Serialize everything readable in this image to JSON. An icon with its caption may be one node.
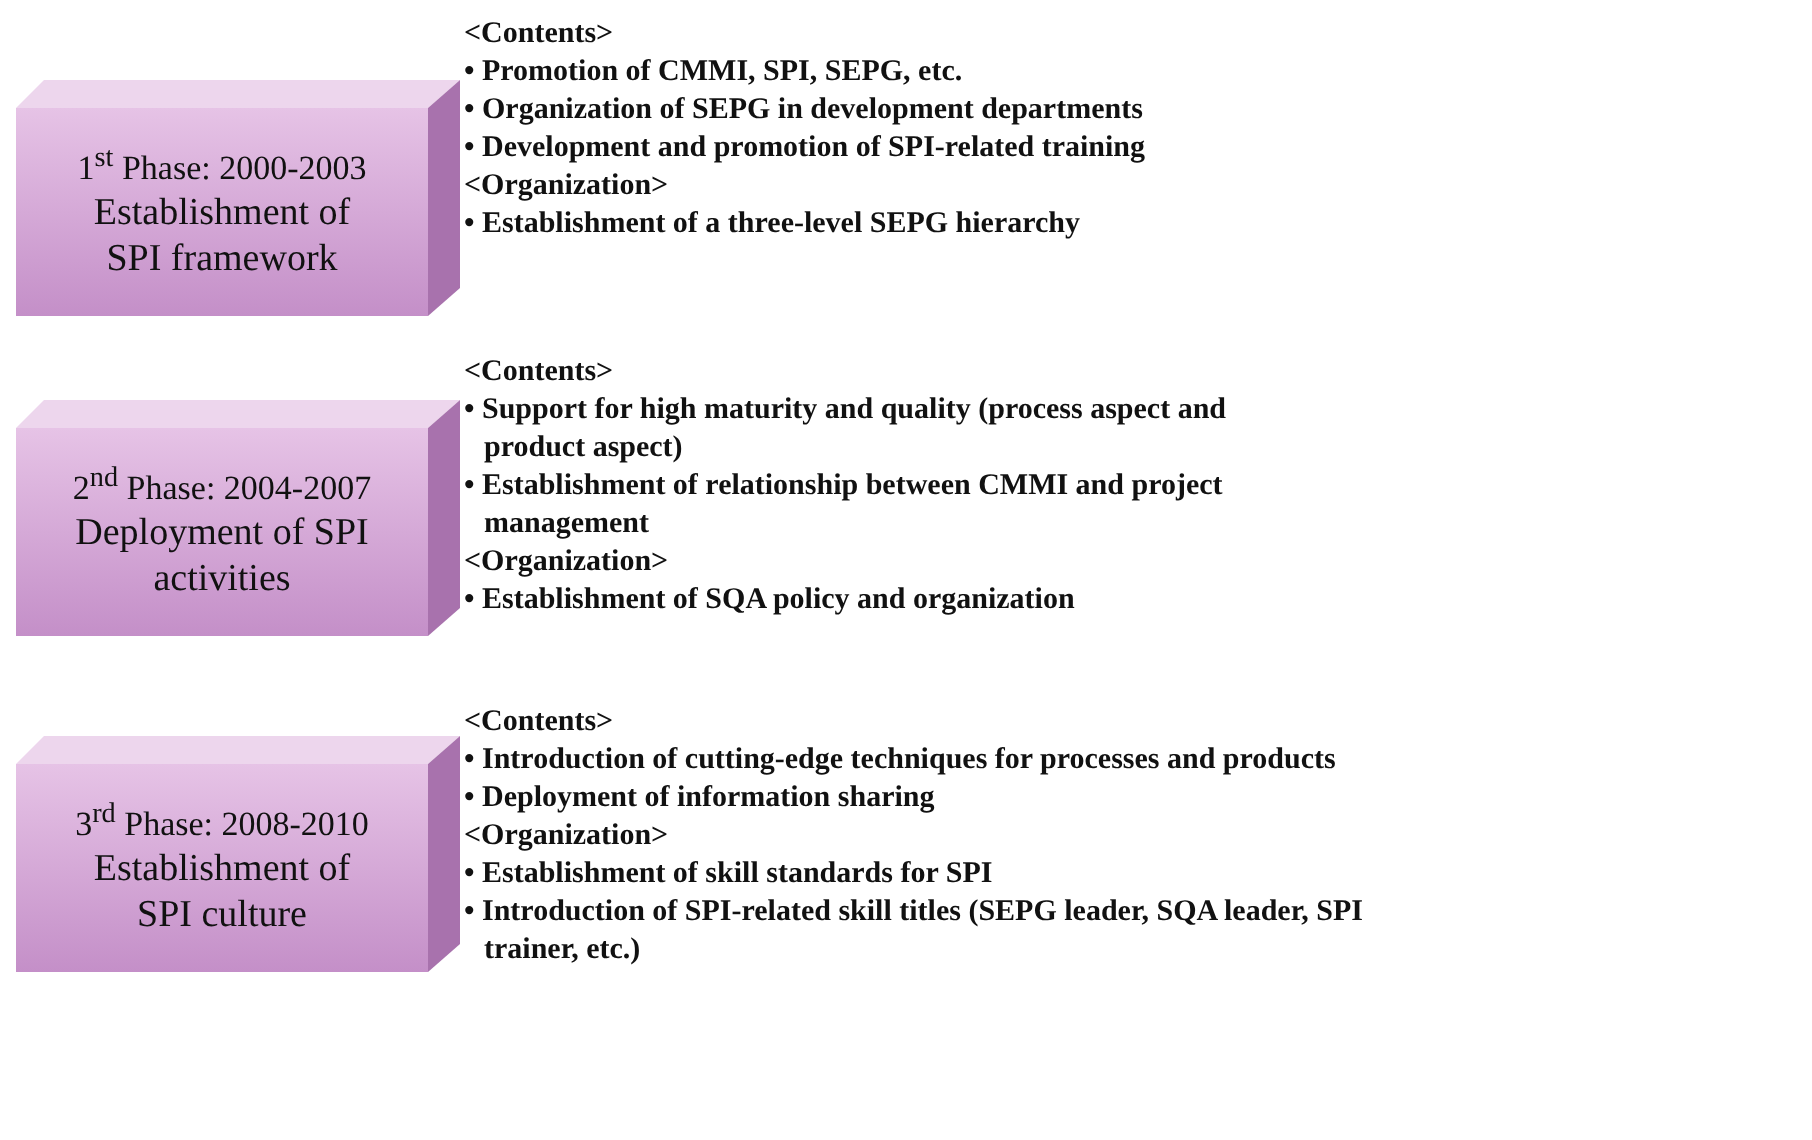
{
  "diagram": {
    "nodes": [
      {
        "text": [
          "1$^{st}$ Phase: 2000-2003",
          "Establishment of SPI framework"
        ],
        "beside": [
          "<Contents>",
          "• Promotion of CMMI, SPI, SEPG, etc.",
          "• Organization of SEPG in development departments",
          "• Development and promotion of SPI-related training",
          "<Organization>",
          "• Establishment of a three-level SEPG hierarchy"
        ]
      },
      {
        "text": [
          "2$^{nd}$ Phase: 2004-2007",
          "Deployment of SPI activities"
        ],
        "beside": [
          "<Contents>",
          "• Support for high maturity and quality (process aspect and product aspect)",
          "• Establishment of relationship between CMMI and project management",
          "<Organization>",
          "• Establishment of SQA policy and organization"
        ]
      },
      {
        "text": [
          "3$^{rd}$ Phase: 2008-2010",
          "Establishment of SPI culture"
        ],
        "beside": [
          "<Contents>",
          "• Introduction of cutting-edge techniques for processes and products",
          "• Deployment of information sharing",
          "<Organization>",
          "• Establishment of skill standards for SPI",
          "• Introduction of SPI-related skill titles (SEPG leader, SQA leader, SPI trainer, etc.)"
        ]
      }
    ],
    "edges": []
  }
}
